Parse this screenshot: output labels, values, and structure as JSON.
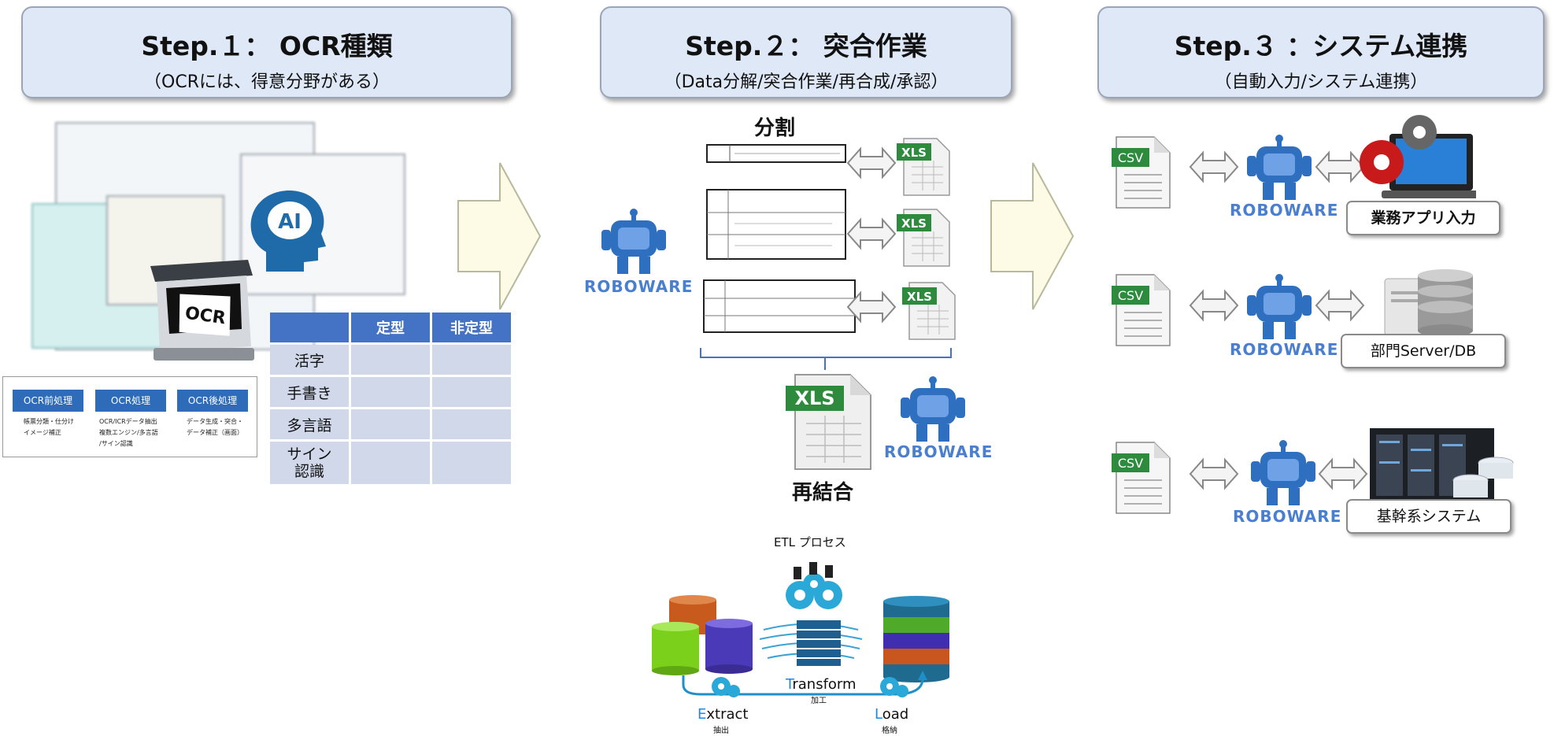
{
  "steps": [
    {
      "title": "Step.１： OCR種類",
      "subtitle": "（OCRには、得意分野がある）"
    },
    {
      "title": "Step.２： 突合作業",
      "subtitle": "（Data分解/突合作業/再合成/承認）"
    },
    {
      "title": "Step.３ ：システム連携",
      "subtitle": "（自動入力/システム連携）"
    }
  ],
  "ocr": {
    "scanner_label": "OCR",
    "ai_label": "AI",
    "table": {
      "headers": [
        "",
        "定型",
        "非定型"
      ],
      "rows": [
        "活字",
        "手書き",
        "多言語",
        "サイン\n認識"
      ]
    },
    "process": [
      {
        "label": "OCR前処理",
        "note": "帳票分類・仕分け\nイメージ補正"
      },
      {
        "label": "OCR処理",
        "note": "OCR/ICRデータ抽出\n複数エンジン/多言語\n/サイン認識"
      },
      {
        "label": "OCR後処理",
        "note": "データ生成・突合・\nデータ補正（画面）"
      }
    ]
  },
  "matching": {
    "split_label": "分割",
    "recombine_label": "再結合",
    "xls_label": "XLS",
    "roboware_label": "ROBOWARE"
  },
  "etl": {
    "title": "ETL プロセス",
    "extract": {
      "first": "E",
      "rest": "xtract",
      "sub": "抽出"
    },
    "transform": {
      "first": "T",
      "rest": "ransform",
      "sub": "加工"
    },
    "load": {
      "first": "L",
      "rest": "oad",
      "sub": "格納"
    }
  },
  "integration": {
    "csv_label": "CSV",
    "roboware_label": "ROBOWARE",
    "targets": [
      "業務アプリ入力",
      "部門Server/DB",
      "基幹系システム"
    ]
  },
  "colors": {
    "step_box": "#dfe8f6",
    "accent_blue": "#4472c4",
    "robot_blue": "#2f6fc0",
    "xls_green": "#2e8b3e",
    "arrow_fill": "#fdfbe6"
  }
}
